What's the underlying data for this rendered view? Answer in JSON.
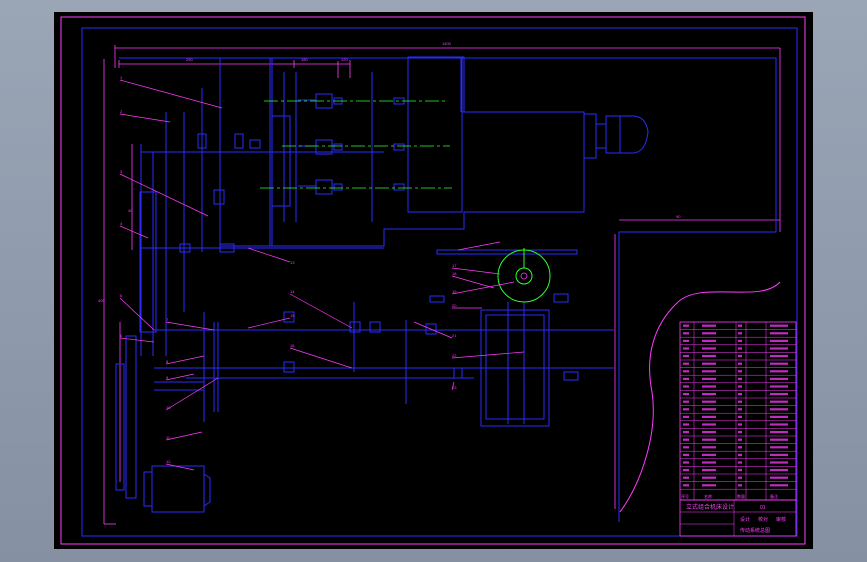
{
  "drawing": {
    "colors": {
      "background": "#000000",
      "border": "#ff3cff",
      "outline": "#2b2bff",
      "dimension": "#ff3cff",
      "centerline": "#2bff2b",
      "viewport": "#8f9aa9"
    },
    "dimension_labels": [
      "1400",
      "250",
      "180",
      "120",
      "90",
      "400",
      "40"
    ],
    "leader_labels": [
      "1",
      "2",
      "3",
      "4",
      "5",
      "6",
      "7",
      "8",
      "9",
      "10",
      "11",
      "12",
      "13",
      "14",
      "15",
      "16",
      "17",
      "18",
      "19",
      "20",
      "21",
      "22",
      "23"
    ]
  },
  "title_block": {
    "title": "立式组合机床设计",
    "drawing_no": "01",
    "caption": "传动系统总图",
    "approval_labels": [
      "设计",
      "校对",
      "审核"
    ],
    "header_cols": [
      "序号",
      "名称",
      "数量",
      "备注"
    ]
  }
}
